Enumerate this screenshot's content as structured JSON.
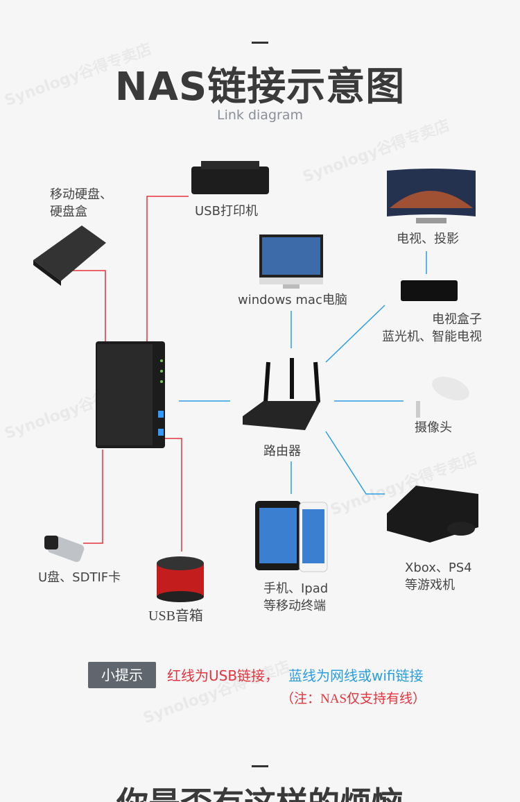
{
  "header": {
    "title": "NAS链接示意图",
    "subtitle": "Link diagram"
  },
  "watermark": "Synology谷得专卖店",
  "devices": {
    "drive": "移动硬盘、\n硬盘盒",
    "printer": "USB打印机",
    "tv": "电视、投影",
    "computer": "windows mac电脑",
    "tvbox": "电视盒子\n蓝光机、智能电视",
    "router": "路由器",
    "camera": "摄像头",
    "console": "Xbox、PS4\n等游戏机",
    "mobile": "手机、Ipad\n等移动终端",
    "usb_stick": "U盘、SDTIF卡",
    "speaker": "USB音箱"
  },
  "legend": {
    "tip_label": "小提示",
    "red_text": "红线为USB链接，",
    "blue_text": "蓝线为网线或wifi链接",
    "note": "（注：NAS仅支持有线）"
  },
  "colors": {
    "usb_line": "#e3333c",
    "network_line": "#2a9ee0"
  },
  "next_section": {
    "title": "你是否有这样的烦恼"
  }
}
